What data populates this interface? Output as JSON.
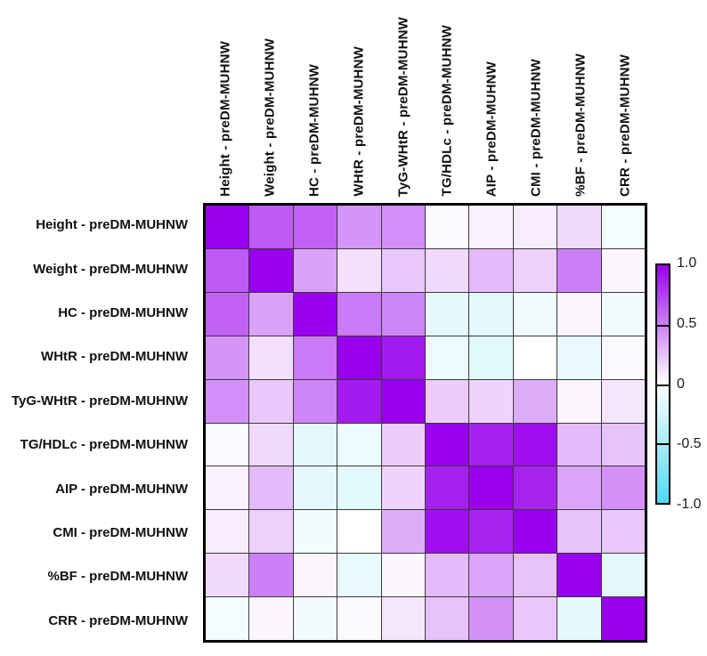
{
  "chart_data": {
    "type": "heatmap",
    "title": "",
    "legend_position": "right",
    "labels": [
      "Height - preDM-MUHNW",
      "Weight - preDM-MUHNW",
      "HC - preDM-MUHNW",
      "WHtR - preDM-MUHNW",
      "TyG-WHtR - preDM-MUHNW",
      "TG/HDLc - preDM-MUHNW",
      "AIP - preDM-MUHNW",
      "CMI - preDM-MUHNW",
      "%BF - preDM-MUHNW",
      "CRR - preDM-MUHNW"
    ],
    "matrix": [
      [
        1.0,
        0.65,
        0.62,
        0.42,
        0.44,
        0.02,
        0.05,
        0.07,
        0.14,
        -0.06
      ],
      [
        0.65,
        1.0,
        0.36,
        0.12,
        0.22,
        0.15,
        0.27,
        0.18,
        0.5,
        0.03
      ],
      [
        0.62,
        0.36,
        1.0,
        0.52,
        0.48,
        -0.15,
        -0.16,
        -0.08,
        0.04,
        -0.08
      ],
      [
        0.42,
        0.12,
        0.52,
        1.0,
        0.9,
        -0.11,
        -0.17,
        0.0,
        -0.13,
        0.02
      ],
      [
        0.44,
        0.22,
        0.48,
        0.9,
        1.0,
        0.2,
        0.17,
        0.32,
        0.03,
        0.1
      ],
      [
        0.02,
        0.15,
        -0.15,
        -0.11,
        0.2,
        1.0,
        0.87,
        0.94,
        0.27,
        0.24
      ],
      [
        0.05,
        0.27,
        -0.16,
        -0.17,
        0.17,
        0.87,
        1.0,
        0.86,
        0.35,
        0.43
      ],
      [
        0.07,
        0.18,
        -0.08,
        0.0,
        0.32,
        0.94,
        0.86,
        1.0,
        0.24,
        0.22
      ],
      [
        0.14,
        0.5,
        0.04,
        -0.13,
        0.03,
        0.27,
        0.35,
        0.24,
        1.0,
        -0.15
      ],
      [
        -0.06,
        0.03,
        -0.08,
        0.02,
        0.1,
        0.24,
        0.43,
        0.22,
        -0.15,
        1.0
      ]
    ],
    "colorbar": {
      "min": -1.0,
      "max": 1.0,
      "tick_labels": [
        "1.0",
        "0.5",
        "0",
        "-0.5",
        "-1.0"
      ],
      "tick_values": [
        1.0,
        0.5,
        0,
        -0.5,
        -1.0
      ],
      "color_max": "#9900EE",
      "color_mid_pos": "#CC80F6",
      "color_zero": "#FFFFFF",
      "color_mid_neg": "#A7ECF8",
      "color_min": "#4FD9F2"
    },
    "grid_line_color": "#3a3a3a",
    "frame_color": "#000000"
  }
}
